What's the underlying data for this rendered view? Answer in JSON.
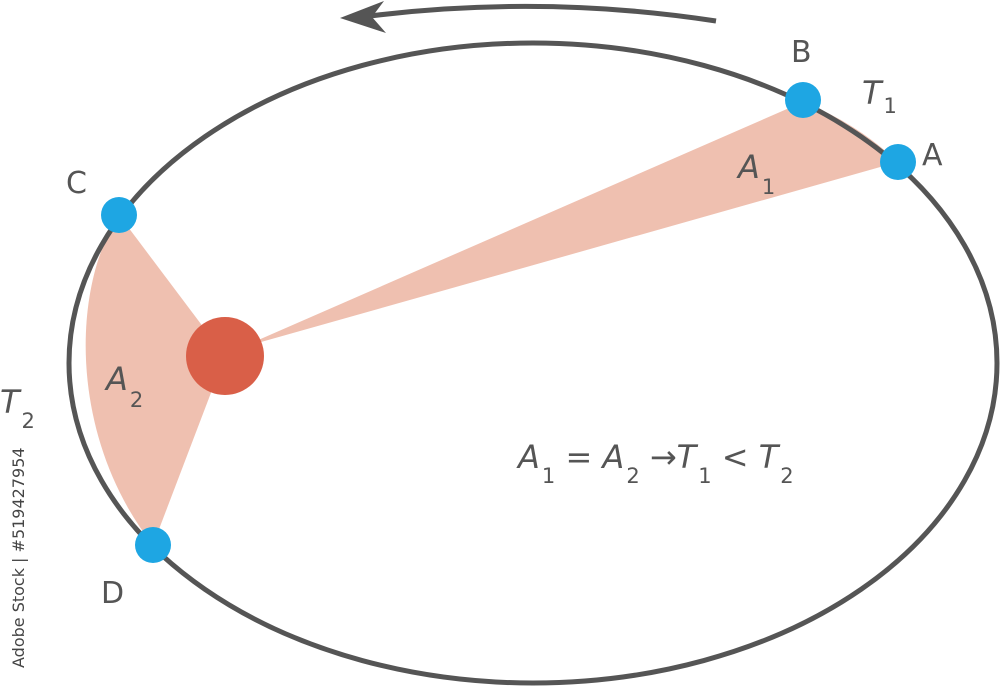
{
  "points": {
    "A": "A",
    "B": "B",
    "C": "C",
    "D": "D"
  },
  "labels": {
    "t1_var": "T",
    "t1_sub": "1",
    "t2_var": "T",
    "t2_sub": "2",
    "a1_var": "A",
    "a1_sub": "1",
    "a2_var": "A",
    "a2_sub": "2"
  },
  "equation": {
    "a1_var": "A",
    "a1_sub": "1",
    "equals": " = ",
    "a2_var": "A",
    "a2_sub": "2",
    "arrow": " →",
    "t1_var": "T",
    "t1_sub": "1",
    "less_than": " < ",
    "t2_var": "T",
    "t2_sub": "2"
  },
  "watermark": "Adobe Stock | #519427954",
  "colors": {
    "orbit": "#555555",
    "sector_fill": "#efc0b0",
    "sun": "#d95f48",
    "planet": "#1ea6e3",
    "text": "#555555"
  }
}
